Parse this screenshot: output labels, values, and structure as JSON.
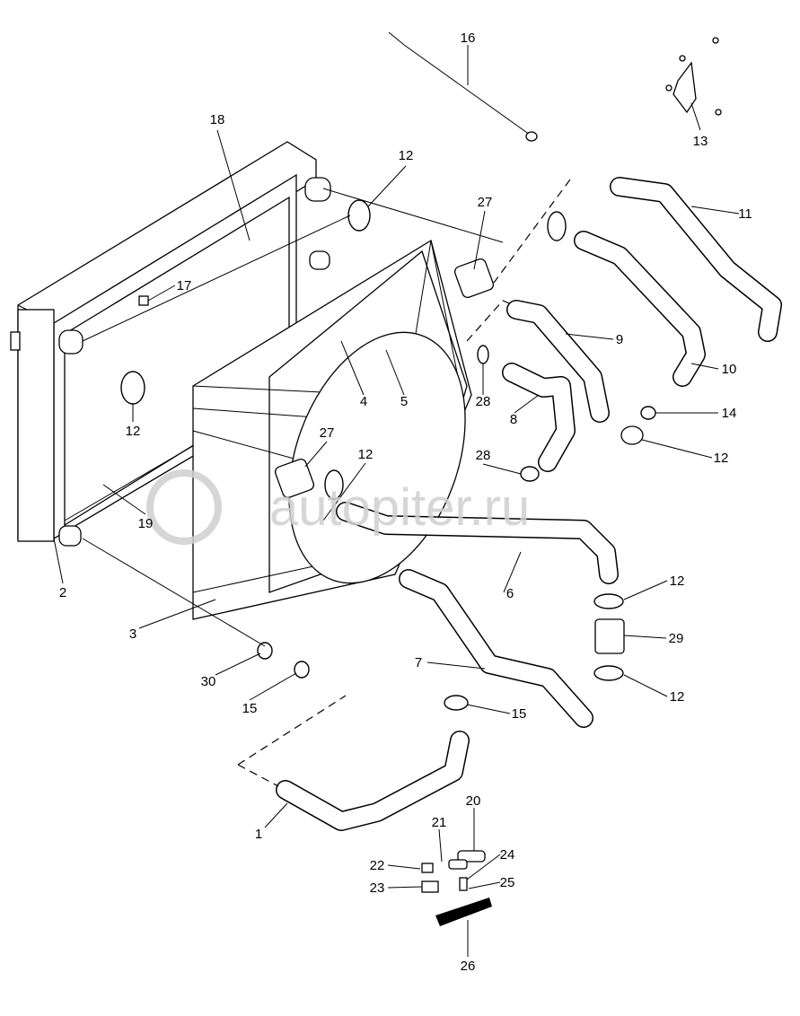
{
  "diagram": {
    "title": "Radiator and hoses exploded parts view",
    "watermark": "autopiter.ru",
    "callouts": [
      "16",
      "13",
      "18",
      "12",
      "27",
      "11",
      "17",
      "9",
      "10",
      "4",
      "5",
      "28",
      "8",
      "14",
      "12",
      "27",
      "12",
      "28",
      "12",
      "19",
      "2",
      "6",
      "12",
      "3",
      "29",
      "7",
      "30",
      "12",
      "15",
      "15",
      "20",
      "1",
      "21",
      "24",
      "22",
      "25",
      "23",
      "26"
    ]
  }
}
